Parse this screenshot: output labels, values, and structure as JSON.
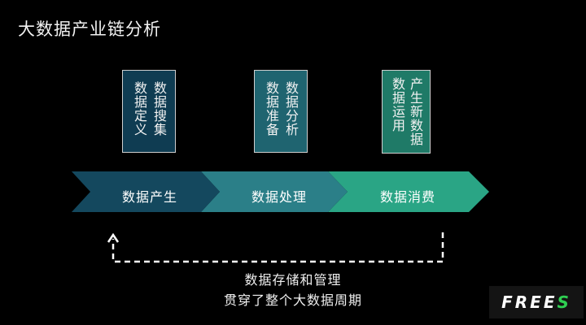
{
  "title": "大数据产业链分析",
  "cards": [
    {
      "col_right": "数据搜集",
      "col_left": "数据定义"
    },
    {
      "col_right": "数据分析",
      "col_left": "数据准备"
    },
    {
      "col_right": "产生新数据",
      "col_left": "数据运用"
    }
  ],
  "stages": [
    "数据产生",
    "数据处理",
    "数据消费"
  ],
  "caption": {
    "line1": "数据存储和管理",
    "line2": "贯穿了整个大数据周期"
  },
  "logo": {
    "text_main": "FREE",
    "text_accent": "S"
  },
  "colors": {
    "stage1": "#14485e",
    "stage2": "#2b7f88",
    "stage3": "#2aa585",
    "logo_accent": "#2fcf52"
  }
}
